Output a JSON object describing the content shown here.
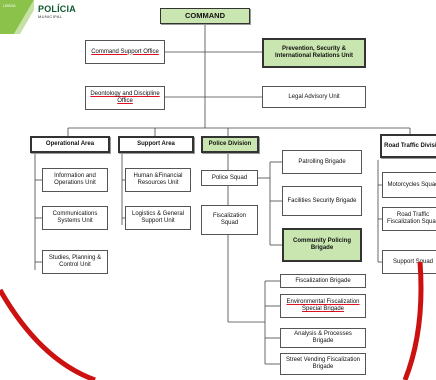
{
  "logo": {
    "brand": "POLÍCIA",
    "sub": "MUNICIPAL",
    "ribbon": "LISBOA"
  },
  "nodes": {
    "command": "COMMAND",
    "command_support": "Command Support Office",
    "prevention": "Prevention, Security & International  Relations Unit",
    "deontology": "Deontology and Discipline Office",
    "legal": "Legal Advisory Unit",
    "operational": "Operational Area",
    "support": "Support Area",
    "police_division": "Police Division",
    "road_traffic": "Road Traffic Division",
    "info_ops": "Information and Operations Unit",
    "comms": "Communications Systems Unit",
    "studies": "Studies, Planning & Control Unit",
    "hr_finance": "Human &Financial Resources Unit",
    "logistics": "Logistics & General Support Unit",
    "police_squad": "Police Squad",
    "fiscalization_squad": "Fiscalization Squad",
    "patrolling": "Patrolling Brigade",
    "facilities": "Facilities Security Brigade",
    "community": "Community Policing Brigade",
    "fiscalization_brigade": "Fiscalization Brigade",
    "environmental": "Environmental Fiscalization Special Brigade",
    "analysis": "Analysis & Processes Brigade",
    "street_vending": "Street Vending Fiscalization Brigade",
    "motorcycles": "Motorcycles Squad",
    "road_fisc": "Road Traffic Fiscalization Squad",
    "support_squad": "Support Squad"
  },
  "colors": {
    "highlight": "#c9e6b1",
    "arc": "#cc1111",
    "brand": "#0c5a2e",
    "ribbon": "#8bc34a"
  }
}
